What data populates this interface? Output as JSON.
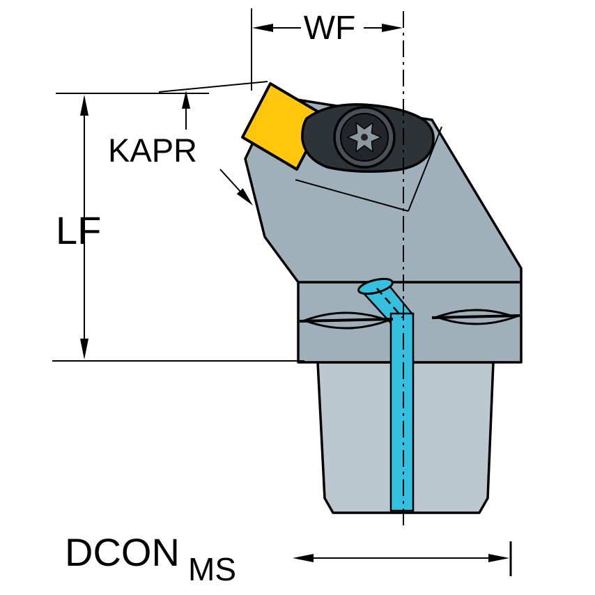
{
  "title": "Tool holder dimension drawing",
  "labels": {
    "wf": "WF",
    "kapr": "KAPR",
    "lf": "LF",
    "dcon": "DCON",
    "dcon_sub": "MS"
  },
  "colors": {
    "background": "#ffffff",
    "line": "#000000",
    "body": "#9fb0ba",
    "coupling": "#bcc8cf",
    "insert": "#ffc60b",
    "coolant": "#35c0e0",
    "clamp": "#2e3337",
    "screw_outer": "#4a5055",
    "screw_inner": "#22262a",
    "screw_star": "#8d979e"
  }
}
